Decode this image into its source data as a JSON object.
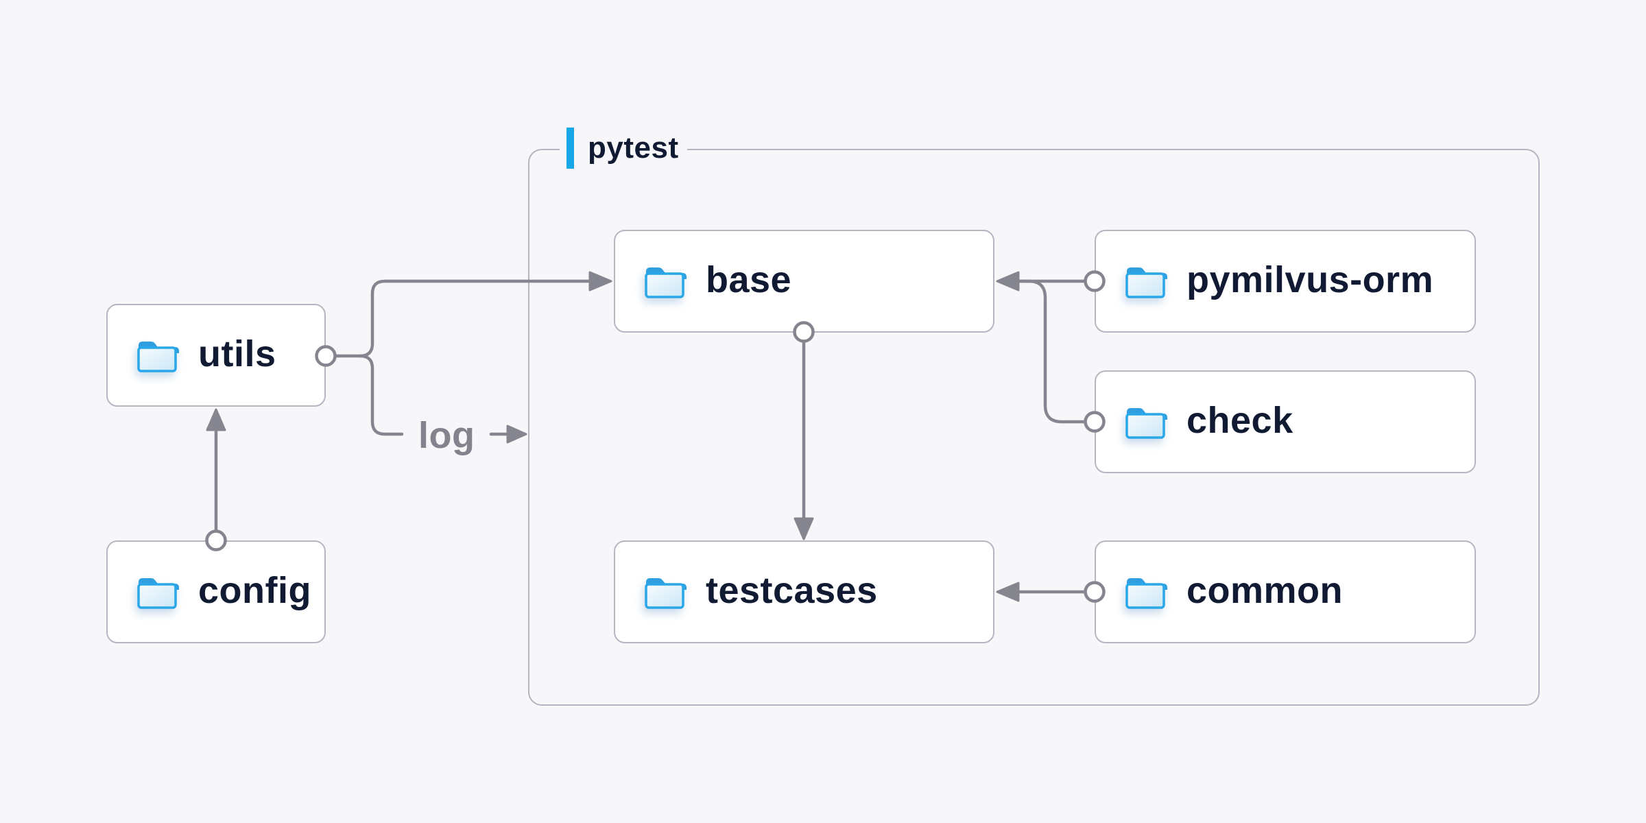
{
  "container": {
    "label": "pytest"
  },
  "nodes": [
    {
      "id": "utils",
      "label": "utils",
      "icon": "folder-icon"
    },
    {
      "id": "config",
      "label": "config",
      "icon": "folder-icon"
    },
    {
      "id": "base",
      "label": "base",
      "icon": "folder-icon"
    },
    {
      "id": "pymilvus-orm",
      "label": "pymilvus-orm",
      "icon": "folder-icon"
    },
    {
      "id": "check",
      "label": "check",
      "icon": "folder-icon"
    },
    {
      "id": "testcases",
      "label": "testcases",
      "icon": "folder-icon"
    },
    {
      "id": "common",
      "label": "common",
      "icon": "folder-icon"
    }
  ],
  "edges": [
    {
      "from": "config",
      "to": "utils",
      "label": ""
    },
    {
      "from": "utils",
      "to": "base",
      "label": ""
    },
    {
      "from": "utils",
      "to": "pytest",
      "label": "log"
    },
    {
      "from": "pymilvus-orm",
      "to": "base",
      "label": ""
    },
    {
      "from": "check",
      "to": "base",
      "label": ""
    },
    {
      "from": "base",
      "to": "testcases",
      "label": ""
    },
    {
      "from": "common",
      "to": "testcases",
      "label": ""
    }
  ],
  "colors": {
    "background": "#f7f7f9",
    "accent_blue": "#16a7e9",
    "line_gray": "#84858e",
    "node_border": "#b5b6c2",
    "label_navy": "#101a32",
    "folder_blue": "#29a7e8"
  }
}
